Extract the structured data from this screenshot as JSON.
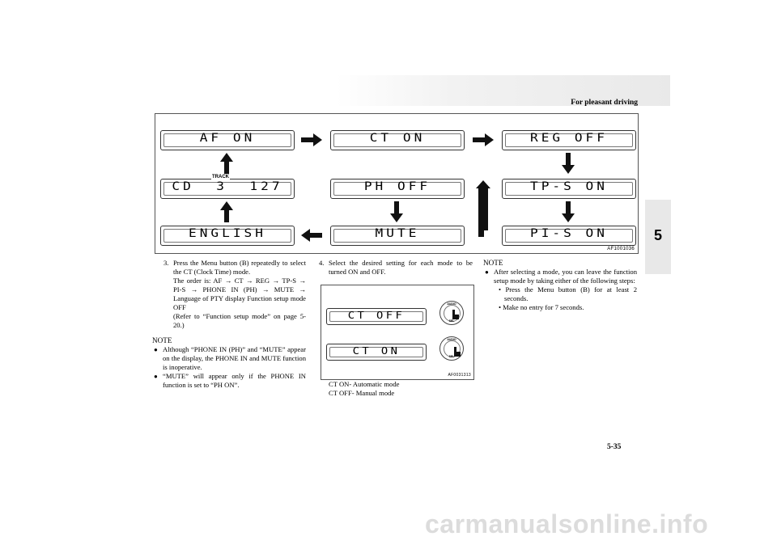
{
  "header": {
    "title": "For pleasant driving"
  },
  "chapter_tab": "5",
  "figure_main": {
    "caption": "AF1001036",
    "displays": {
      "af_on": "AF ON",
      "ct_on": "CT ON",
      "reg_off": "REG OFF",
      "cd_track": "CD  3  127",
      "track_label": "TRACK",
      "ph_off": "PH OFF",
      "tp_s_on": "TP-S ON",
      "english": "ENGLISH",
      "mute": "MUTE",
      "pi_s_on": "PI-S ON"
    }
  },
  "left_column": {
    "step3_num": "3.",
    "step3_line1": "Press the Menu button (B) repeatedly to select the CT (Clock Time) mode.",
    "step3_order": "The order is: AF → CT → REG → TP-S → PI-S → PHONE IN (PH) → MUTE → Language of PTY display Function setup mode OFF",
    "step3_ref": "(Refer to “Function setup mode” on page 5-20.)",
    "note_title": "NOTE",
    "note_b1": "Although “PHONE IN (PH)” and “MUTE” appear on the display, the PHONE IN and MUTE function is inoperative.",
    "note_b2": "“MUTE” will appear only if the PHONE IN function is set to “PH ON”."
  },
  "middle_column": {
    "step4_num": "4.",
    "step4_text": "Select the desired setting for each mode to be turned ON and OFF.",
    "figure_caption": "AF0031313",
    "display_ct_off": "CT OFF",
    "display_ct_on": "CT ON",
    "knob_top_label": "AUDIO",
    "knob_bottom_label": "SEL",
    "line1": "CT ON- Automatic mode",
    "line2": "CT OFF- Manual mode"
  },
  "right_column": {
    "note_title": "NOTE",
    "bullet": "After selecting a mode, you can leave the function setup mode by taking either of the following steps:",
    "sub1": "• Press the Menu button (B) for at least 2 seconds.",
    "sub2": "• Make no entry for 7 seconds."
  },
  "page_number": "5-35",
  "watermark": "carmanualsonline.info"
}
